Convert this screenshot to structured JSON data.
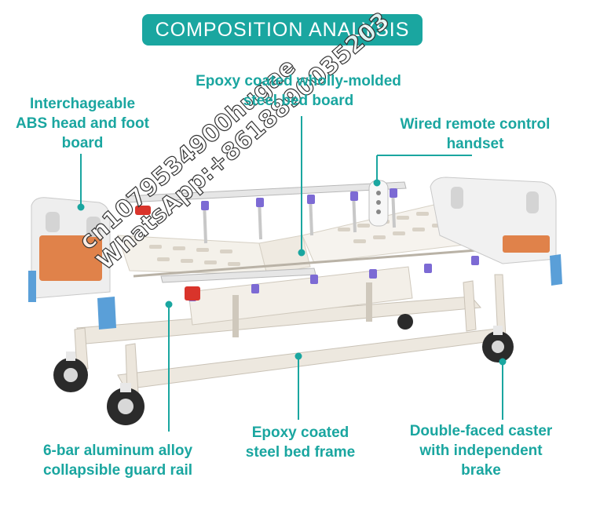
{
  "title": "COMPOSITION ANALYSIS",
  "labels": {
    "head_board": [
      "Interchageable",
      "ABS head and foot",
      "board"
    ],
    "bed_board": [
      "Epoxy coated wholly-molded",
      "steel bed board"
    ],
    "remote": [
      "Wired remote control",
      "handset"
    ],
    "guard_rail": [
      "6-bar aluminum alloy",
      "collapsible guard rail"
    ],
    "bed_frame": [
      "Epoxy coated",
      "steel bed frame"
    ],
    "caster": [
      "Double-faced caster",
      "with independent",
      "brake"
    ]
  },
  "watermark": [
    "cn1079534900hugae",
    "WhatsApp:+8618890035203"
  ],
  "colors": {
    "accent": "#1aa6a0",
    "headboard_panel": "#e0824a",
    "corner_bumper": "#5a9fd8",
    "frame": "#f1ece4",
    "rail_post": "#7c6ad4",
    "crank": "#d9342b",
    "wheel": "#2b2b2b"
  }
}
